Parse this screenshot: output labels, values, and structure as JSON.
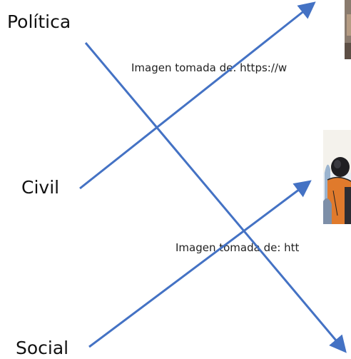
{
  "labels": {
    "politica": "Política",
    "civil": "Civil",
    "social": "Social"
  },
  "captions": {
    "top": "Imagen tomada de: https://w",
    "middle": "Imagen tomada de: htt"
  },
  "colors": {
    "arrow": "#4472C4",
    "background": "#ffffff"
  }
}
